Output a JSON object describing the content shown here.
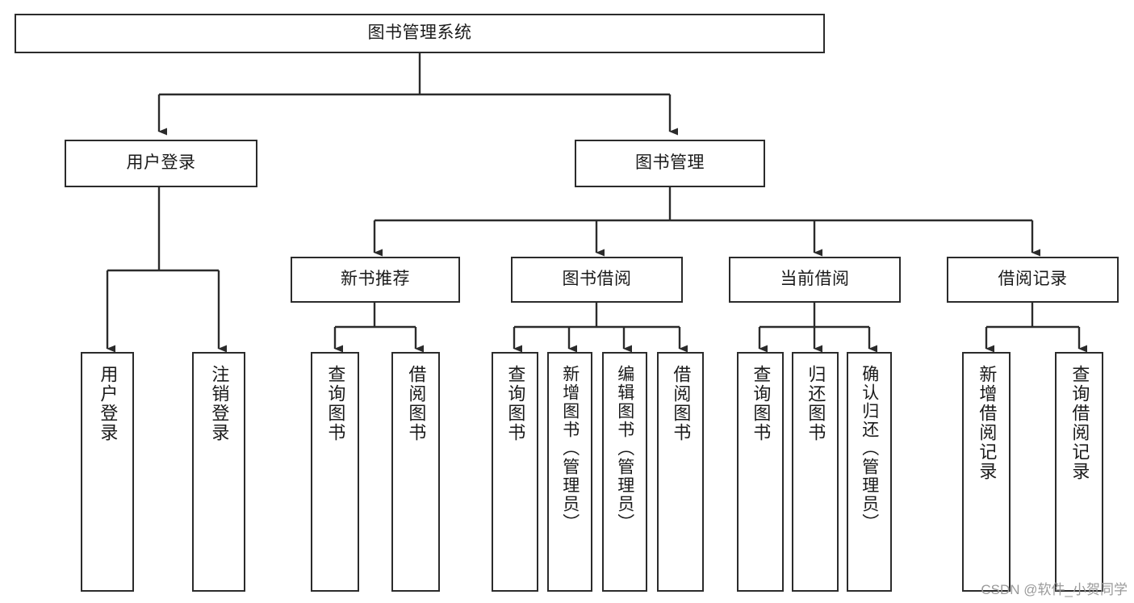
{
  "diagram": {
    "title": "图书管理系统",
    "watermark": "CSDN @软件_小贺同学",
    "colors": {
      "stroke": "#2b2b2b",
      "fill": "#ffffff",
      "text": "#1a1a1a",
      "watermark": "#9a9a9a"
    },
    "levels": {
      "root": {
        "label": "图书管理系统"
      },
      "level2": [
        {
          "label": "用户登录"
        },
        {
          "label": "图书管理"
        }
      ],
      "level3": [
        {
          "label": "新书推荐"
        },
        {
          "label": "图书借阅"
        },
        {
          "label": "当前借阅"
        },
        {
          "label": "借阅记录"
        }
      ],
      "leaves": {
        "user_login": [
          {
            "label": "用户登录"
          },
          {
            "label": "注销登录"
          }
        ],
        "new_book_recommend": [
          {
            "label": "查询图书"
          },
          {
            "label": "借阅图书"
          }
        ],
        "book_borrow": [
          {
            "label": "查询图书"
          },
          {
            "label": "新增图书（管理员）"
          },
          {
            "label": "编辑图书（管理员）"
          },
          {
            "label": "借阅图书"
          }
        ],
        "current_borrow": [
          {
            "label": "查询图书"
          },
          {
            "label": "归还图书"
          },
          {
            "label": "确认归还（管理员）"
          }
        ],
        "borrow_record": [
          {
            "label": "新增借阅记录"
          },
          {
            "label": "查询借阅记录"
          }
        ]
      }
    }
  }
}
